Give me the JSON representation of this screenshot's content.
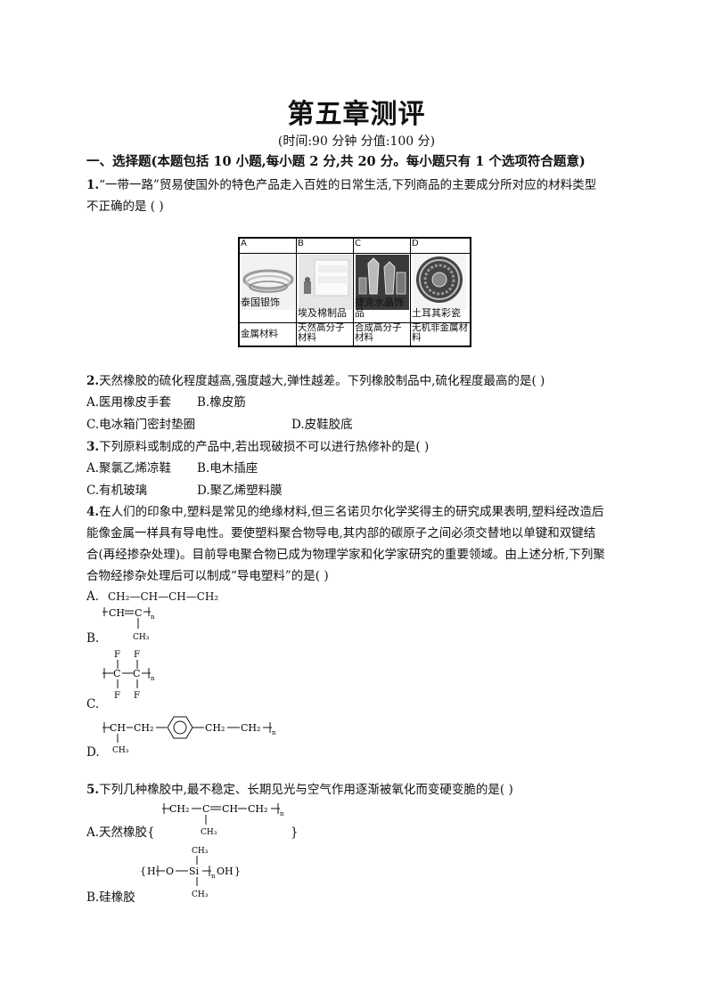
{
  "title": "第五章测评",
  "subtitle": "(时间:90 分钟    分值:100 分)",
  "section1": "一、选择题(本题包括 10 小题,每小题 2 分,共 20 分。每小题只有 1 个选项符合题意)",
  "q1": {
    "num": "1.",
    "line1": "“一带一路”贸易使国外的特色产品走入百姓的日常生活,下列商品的主要成分所对应的材料类型",
    "line2": "不正确的是              (      )",
    "table": {
      "headers": [
        "A",
        "B",
        "C",
        "D"
      ],
      "products": [
        "泰国银饰",
        "埃及棉制品",
        "捷克水晶饰品",
        "土耳其彩瓷"
      ],
      "materials": [
        "金属材料",
        "天然高分子材料",
        "合成高分子材料",
        "无机非金属材料"
      ]
    }
  },
  "q2": {
    "num": "2.",
    "stem": "天然橡胶的硫化程度越高,强度越大,弹性越差。下列橡胶制品中,硫化程度最高的是(      )",
    "A": "A.医用橡皮手套",
    "B": "B.橡皮筋",
    "C": "C.电冰箱门密封垫圈",
    "D": "D.皮鞋胶底"
  },
  "q3": {
    "num": "3.",
    "stem": "下列原料或制成的产品中,若出现破损不可以进行热修补的是(      )",
    "A": "A.聚氯乙烯凉鞋",
    "B": "B.电木插座",
    "C": "C.有机玻璃",
    "D": "D.聚乙烯塑料膜"
  },
  "q4": {
    "num": "4.",
    "line1": "在人们的印象中,塑料是常见的绝缘材料,但三名诺贝尔化学奖得主的研究成果表明,塑料经改造后",
    "line2": "能像金属一样具有导电性。要使塑料聚合物导电,其内部的碳原子之间必须交替地以单键和双键结",
    "line3": "合(再经掺杂处理)。目前导电聚合物已成为物理学家和化学家研究的重要领域。由上述分析,下列聚",
    "line4": "合物经掺杂处理后可以制成“导电塑料”的是(      )",
    "A_label": "A.",
    "A_formula": "CH₂—CH—CH—CH₂",
    "B_label": "B.",
    "C_label": "C.",
    "D_label": "D."
  },
  "q5": {
    "num": "5.",
    "stem": "下列几种橡胶中,最不稳定、长期见光与空气作用逐渐被氧化而变硬变脆的是(      )",
    "A_label": "A.天然橡胶{",
    "A_close": "}",
    "B_label": "B.硅橡胶"
  },
  "chem": {
    "ch": "CH",
    "ch2": "CH₂",
    "ch3": "CH₃",
    "c": "C",
    "f": "F",
    "n": "n",
    "o": "O",
    "si": "Si",
    "h": "H",
    "oh": "OH"
  }
}
